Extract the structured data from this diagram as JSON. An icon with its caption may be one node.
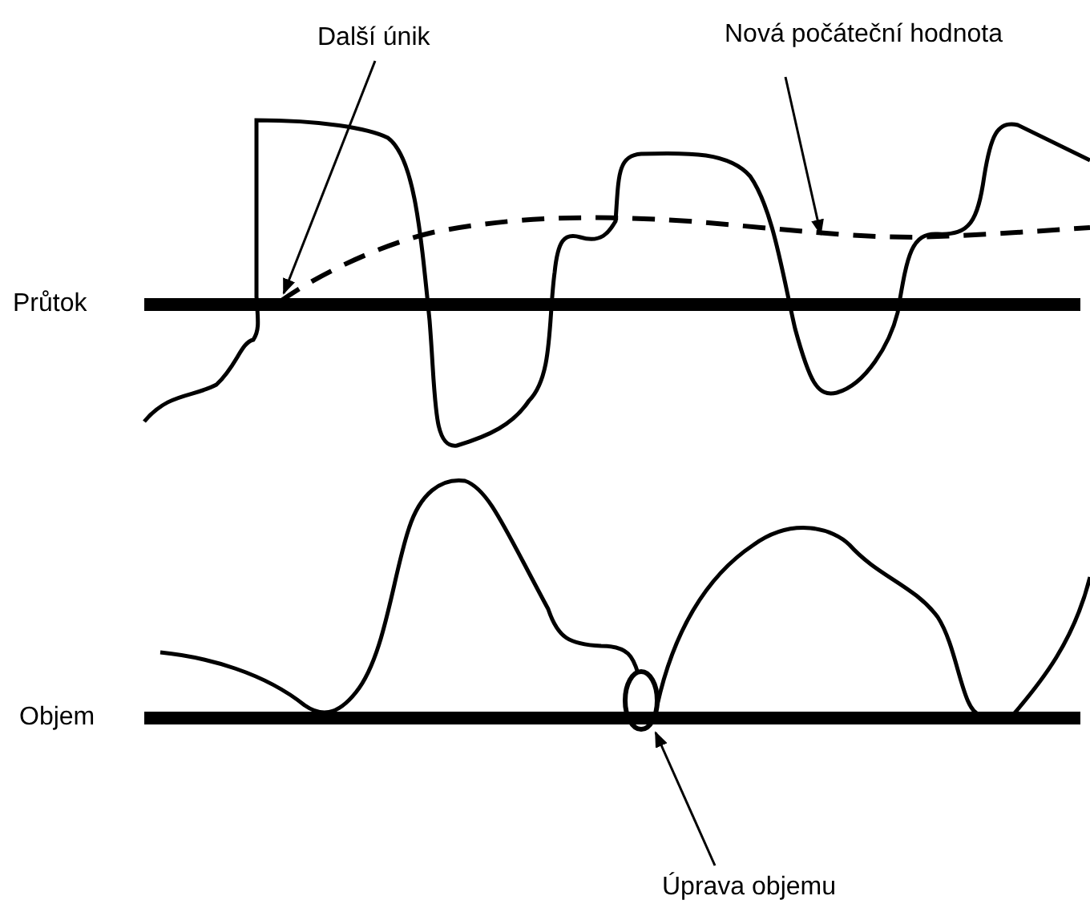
{
  "diagram": {
    "nodes": [
      {
        "text": [
          "Další únik"
        ]
      },
      {
        "text": [
          "Nová počáteční hodnota"
        ]
      },
      {
        "text": [],
        "shape": "curve"
      },
      {
        "text": [],
        "shape": "circle"
      },
      {
        "text": [
          "Úprava objemu"
        ]
      }
    ],
    "edges": [
      {
        "from": 0,
        "to": 2,
        "arrow": "to"
      },
      {
        "from": 1,
        "to": 2,
        "arrow": "to"
      },
      {
        "from": 4,
        "to": 3,
        "arrow": "to"
      }
    ],
    "labels": [
      "Průtok",
      "Objem"
    ]
  }
}
